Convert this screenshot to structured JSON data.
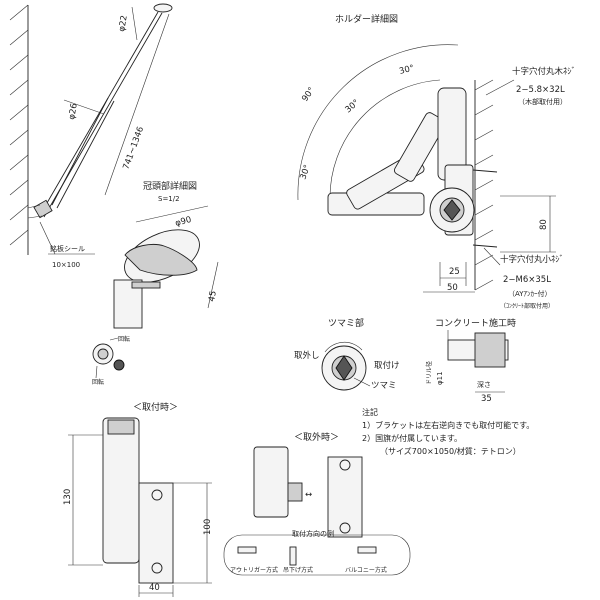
{
  "pole": {
    "dia_top": "φ22",
    "dia_mid": "φ26",
    "length": "741~1346",
    "label": "銘板シール",
    "label_size": "10×100"
  },
  "cap_detail": {
    "title": "冠頭部詳細図",
    "scale": "S=1/2",
    "dia": "φ90",
    "height": "45"
  },
  "rotation": {
    "label_top": "回転",
    "label_bottom": "回転"
  },
  "holder_detail": {
    "title": "ホルダー詳細図",
    "angles": [
      "90°",
      "30°",
      "30°",
      "30°"
    ],
    "screw_wood": "十字穴付丸木ﾈｼﾞ",
    "screw_wood_size": "2−5.8×32L",
    "screw_wood_note": "（木部取付用）",
    "screw_small": "十字穴付丸小ﾈｼﾞ",
    "screw_small_size": "2−M6×35L",
    "screw_small_note": "（AYｱﾝｶｰ付）",
    "screw_small_note2": "（ｺﾝｸﾘｰﾄ部取付用）",
    "dim_80": "80",
    "dim_25": "25",
    "dim_50": "50"
  },
  "knob": {
    "title": "ツマミ部",
    "remove": "取外し",
    "attach": "取付け",
    "knob_label": "ツマミ"
  },
  "concrete": {
    "title": "コンクリート施工時",
    "drill": "ドリル径",
    "drill_dia": "φ11",
    "depth": "深さ",
    "depth_val": "35"
  },
  "mounted": {
    "title": "＜取付時＞",
    "dim_130": "130",
    "dim_100": "100",
    "dim_40": "40"
  },
  "removed": {
    "title": "＜取外時＞"
  },
  "notes": {
    "heading": "注記",
    "line1": "1）ブラケットは左右逆向きでも取付可能です。",
    "line2": "2）国旗が付属しています。",
    "line3": "（サイズ700×1050/材質：テトロン）"
  },
  "methods": {
    "title": "取付方向の例",
    "items": [
      "アウトリガー方式",
      "吊下げ方式",
      "バルコニー方式"
    ]
  }
}
